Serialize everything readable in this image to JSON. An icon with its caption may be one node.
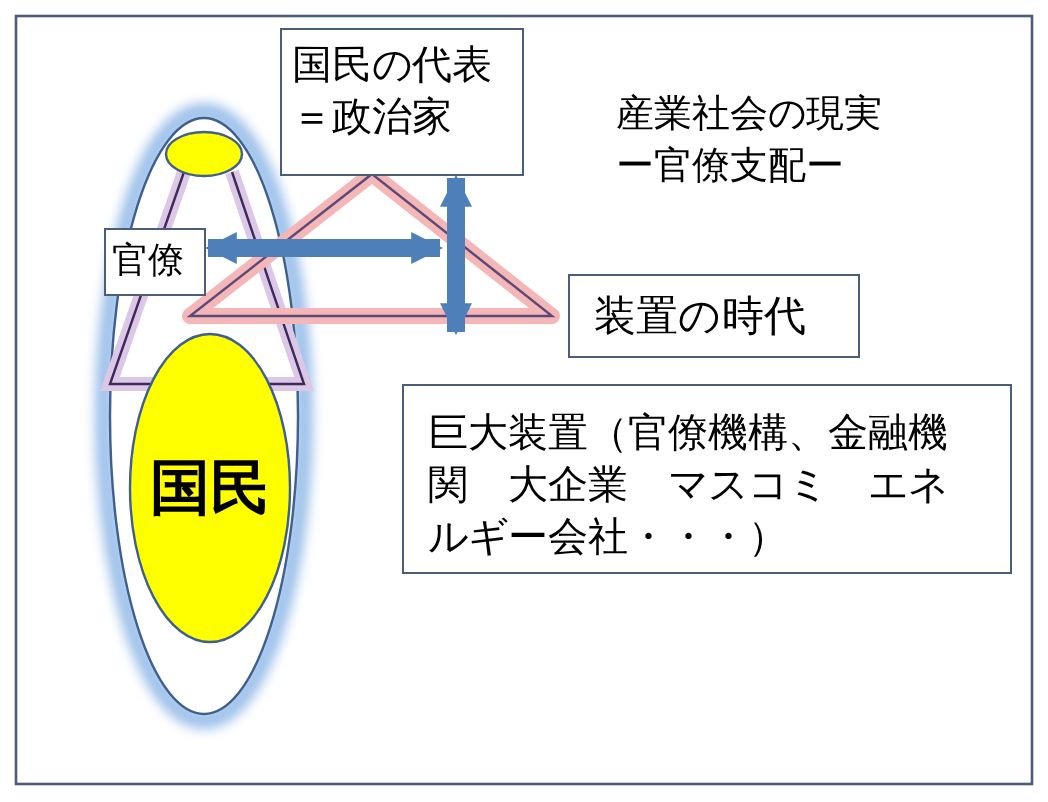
{
  "diagram": {
    "title": "産業社会の現実ー官僚支配ー",
    "nodes": [
      {
        "text": [
          "国民の代表＝政治家"
        ]
      },
      {
        "text": [
          "官僚"
        ]
      },
      {
        "text": [
          "装置の時代"
        ]
      },
      {
        "text": [
          "巨大装置（官僚機構、金融機関　大企業　マスコミ　エネルギー会社・・・）"
        ]
      },
      {
        "text": [],
        "shape": "circle"
      },
      {
        "text": [
          "国民"
        ]
      }
    ],
    "edges": [
      {
        "from": 1,
        "to": 0,
        "arrow": "both"
      },
      {
        "from": 0,
        "to": 3,
        "arrow": "both"
      }
    ]
  }
}
